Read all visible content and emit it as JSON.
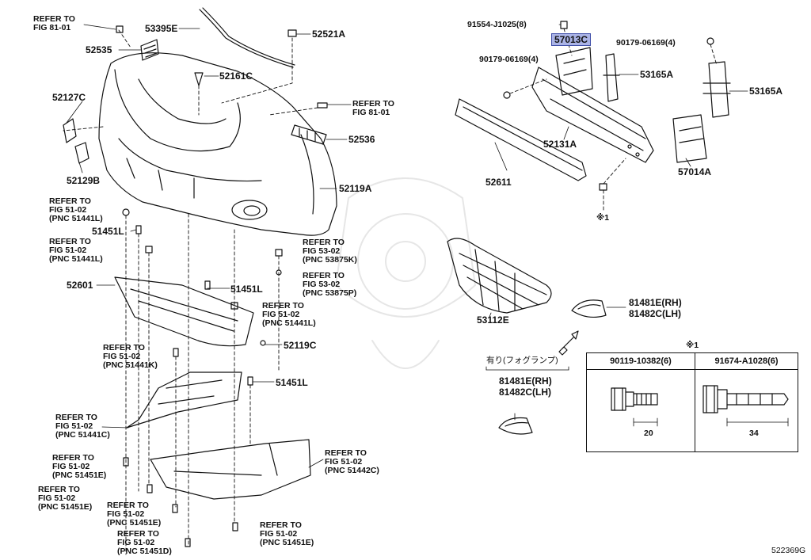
{
  "labels": {
    "refer_fig81_top": [
      "REFER TO",
      "FIG 81-01"
    ],
    "p53395E": "53395E",
    "p52521A": "52521A",
    "p52535": "52535",
    "p52161C": "52161C",
    "p52127C": "52127C",
    "refer_fig81_right": [
      "REFER TO",
      "FIG 81-01"
    ],
    "p52536": "52536",
    "p52129B": "52129B",
    "p52119A": "52119A",
    "refer_51441L_a": [
      "REFER TO",
      "FIG 51-02",
      "(PNC 51441L)"
    ],
    "p51451L_a": "51451L",
    "refer_51441L_b": [
      "REFER TO",
      "FIG 51-02",
      "(PNC 51441L)"
    ],
    "refer_53875K": [
      "REFER TO",
      "FIG 53-02",
      "(PNC 53875K)"
    ],
    "refer_53875P": [
      "REFER TO",
      "FIG 53-02",
      "(PNC 53875P)"
    ],
    "p52601": "52601",
    "p51451L_b": "51451L",
    "refer_51441L_c": [
      "REFER TO",
      "FIG 51-02",
      "(PNC 51441L)"
    ],
    "p52119C": "52119C",
    "refer_51441K": [
      "REFER TO",
      "FIG 51-02",
      "(PNC 51441K)"
    ],
    "p51451L_c": "51451L",
    "refer_51441C": [
      "REFER TO",
      "FIG 51-02",
      "(PNC 51441C)"
    ],
    "refer_51442C": [
      "REFER TO",
      "FIG 51-02",
      "(PNC 51442C)"
    ],
    "refer_51451E_a": [
      "REFER TO",
      "FIG 51-02",
      "(PNC 51451E)"
    ],
    "refer_51451E_b": [
      "REFER TO",
      "FIG 51-02",
      "(PNC 51451E)"
    ],
    "refer_51451E_c": [
      "REFER TO",
      "FIG 51-02",
      "(PNC 51451E)"
    ],
    "refer_51451E_d": [
      "REFER TO",
      "FIG 51-02",
      "(PNC 51451E)"
    ],
    "refer_51451D": [
      "REFER TO",
      "FIG 51-02",
      "(PNC 51451D)"
    ],
    "p91554": "91554-J1025(8)",
    "p57013C": "57013C",
    "p90179_a": "90179-06169(4)",
    "p90179_b": "90179-06169(4)",
    "p53165A_a": "53165A",
    "p53165A_b": "53165A",
    "p52131A": "52131A",
    "p52611": "52611",
    "p57014A": "57014A",
    "note1": "※1",
    "p53112E": "53112E",
    "p81481E_rh": "81481E(RH)",
    "p81482C_lh": "81482C(LH)",
    "fog_note": "有り(フォグランプ)",
    "p81481E_rh_b": "81481E(RH)",
    "p81482C_lh_b": "81482C(LH)",
    "table_note": "※1",
    "diagram_id": "522369G"
  },
  "table": {
    "col1_header": "90119-10382(6)",
    "col2_header": "91674-A1028(6)",
    "col1_dim": "20",
    "col2_dim": "34"
  }
}
